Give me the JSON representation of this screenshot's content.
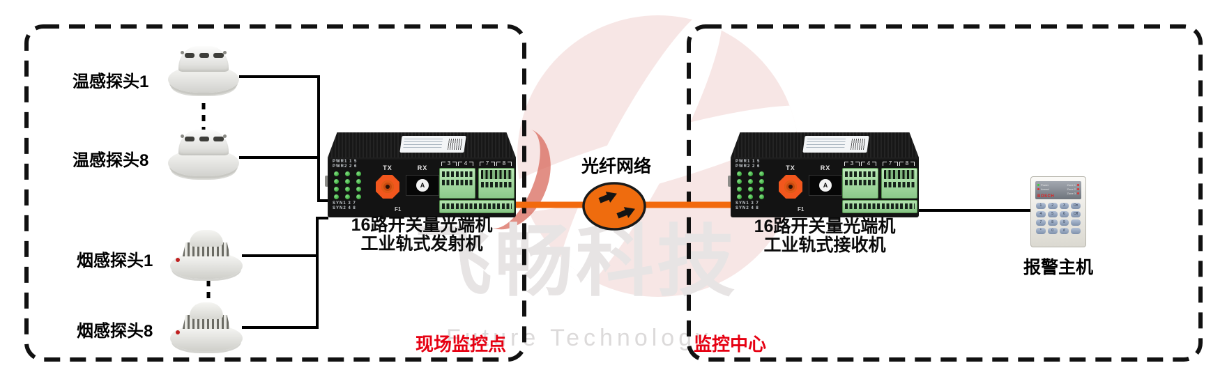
{
  "colors": {
    "accent_orange": "#f2690d",
    "caption_red": "#e60012",
    "led_green": "#35a838",
    "terminal_green": "#a9dda5",
    "watermark_pink": "#f7e6e5"
  },
  "site_box": {
    "caption": "现场监控点",
    "sensors": [
      {
        "label": "温感探头1"
      },
      {
        "label": "温感探头8"
      },
      {
        "label": "烟感探头1"
      },
      {
        "label": "烟感探头8"
      }
    ],
    "transmitter": {
      "line1": "16路开关量光端机",
      "line2": "工业轨式发射机"
    }
  },
  "fiber": {
    "label": "光纤网络"
  },
  "center_box": {
    "caption": "监控中心",
    "receiver": {
      "line1": "16路开关量光端机",
      "line2": "工业轨式接收机"
    },
    "alarm_host": {
      "label": "报警主机",
      "brand": "BOSCH",
      "status": [
        {
          "label": "Power"
        },
        {
          "label": "Armed"
        }
      ],
      "zones": [
        {
          "label": "Zone 1"
        },
        {
          "label": "Zone 2"
        },
        {
          "label": "Zone 3"
        }
      ],
      "keys": [
        "1",
        "2",
        "3",
        "On",
        "4",
        "5",
        "6",
        "Off",
        "7",
        "8",
        "9",
        "",
        "*",
        "0",
        "#",
        ""
      ]
    }
  },
  "device": {
    "tx": "TX",
    "rx": "RX",
    "rx_port": "A",
    "f1": "F1",
    "led_top": [
      "PWR1 1 5",
      "PWR2 2 6"
    ],
    "led_bottom": [
      "SYN1 3 7",
      "SYN2 4 8"
    ],
    "terminals": [
      "3",
      "4",
      "7",
      "8"
    ]
  },
  "watermark": {
    "cn": "飞畅科技",
    "en": "Future Technology"
  }
}
